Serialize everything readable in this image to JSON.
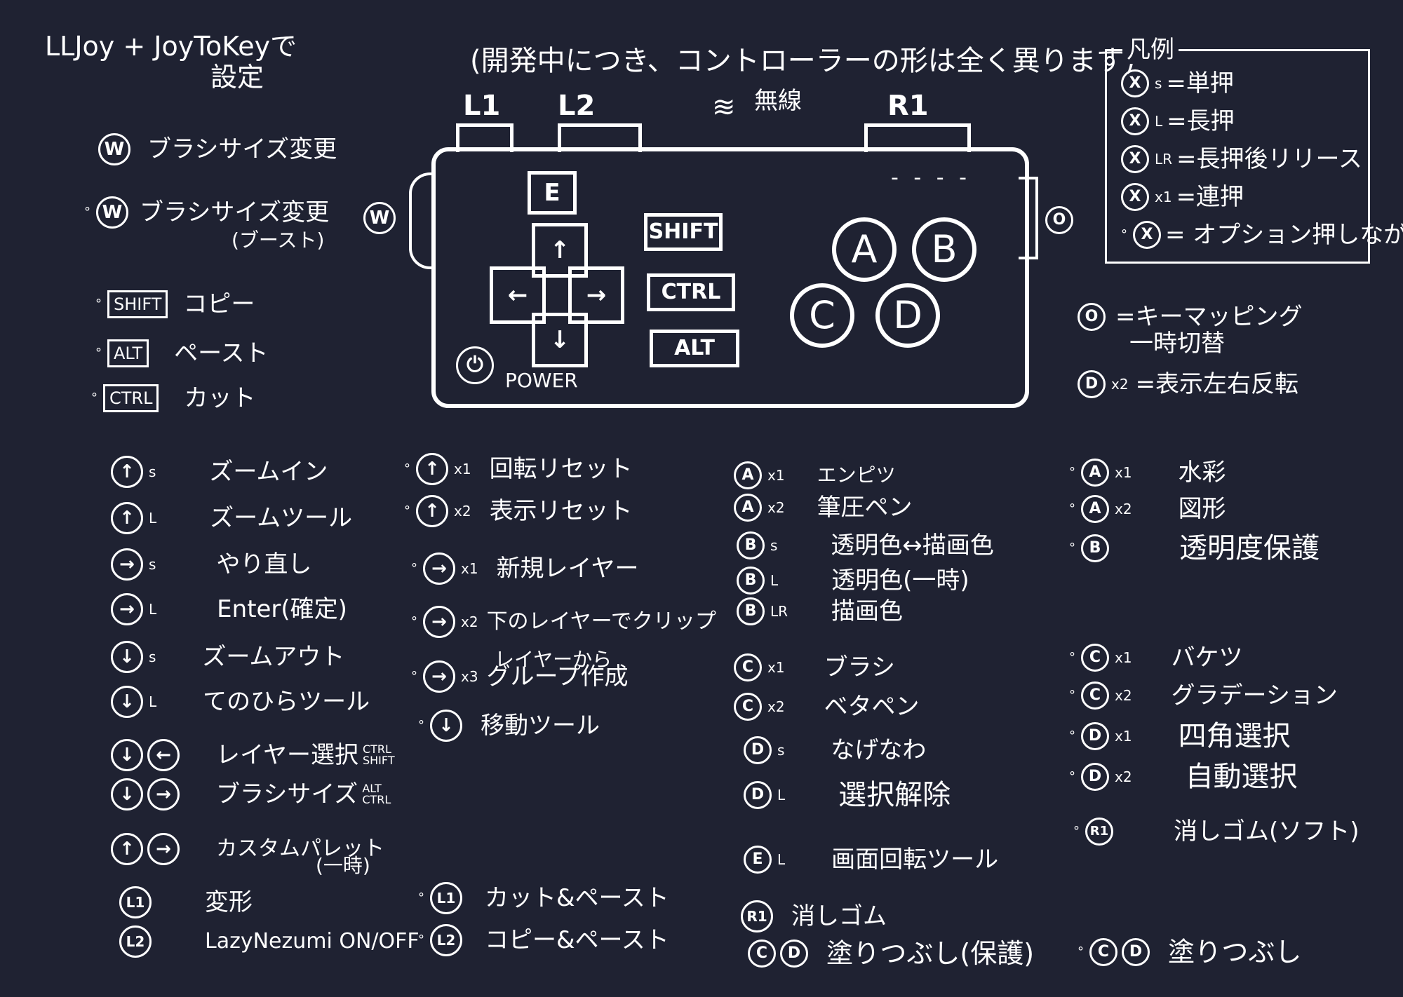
{
  "header": {
    "title_line1": "LLJoy + JoyToKeyで",
    "title_line2": "設定",
    "note": "(開発中につき、コントローラーの形は全く異ります)"
  },
  "legend": {
    "title": "凡例",
    "items": [
      {
        "key": "X",
        "sub": "s",
        "text": "=単押"
      },
      {
        "key": "X",
        "sub": "L",
        "text": "=長押"
      },
      {
        "key": "X",
        "sub": "LR",
        "text": "=長押後リリース"
      },
      {
        "key": "X",
        "sub": "x1",
        "text": "=連押"
      },
      {
        "key": "X",
        "sub": "°",
        "text": "= オプション押しながら"
      }
    ]
  },
  "controller": {
    "shoulders": [
      "L1",
      "L2",
      "R1"
    ],
    "wireless": "無線",
    "dpad": {
      "top": "E",
      "up": "↑",
      "left": "←",
      "right": "→",
      "down": "↓"
    },
    "modifiers": [
      "SHIFT",
      "CTRL",
      "ALT"
    ],
    "face": [
      "A",
      "B",
      "C",
      "D"
    ],
    "power": "POWER",
    "wheel": "W",
    "option": "O"
  },
  "left_top": [
    {
      "key": "W",
      "text": "ブラシサイズ変更",
      "opt": false
    },
    {
      "key": "W",
      "text": "ブラシサイズ変更",
      "text2": "(ブースト)",
      "opt": true
    },
    {
      "box": "SHIFT",
      "text": "コピー",
      "opt": true
    },
    {
      "box": "ALT",
      "text": "ペースト",
      "opt": true
    },
    {
      "box": "CTRL",
      "text": "カット",
      "opt": true
    }
  ],
  "right_notes": [
    {
      "key": "O",
      "text": "=キーマッピング",
      "text2": "一時切替"
    },
    {
      "key": "D",
      "sub": "x2",
      "text": "=表示左右反転"
    }
  ],
  "col1": [
    {
      "k": "↑",
      "sub": "s",
      "text": "ズームイン"
    },
    {
      "k": "↑",
      "sub": "L",
      "text": "ズームツール"
    },
    {
      "k": "→",
      "sub": "s",
      "text": "やり直し"
    },
    {
      "k": "→",
      "sub": "L",
      "text": "Enter(確定)"
    },
    {
      "k": "↓",
      "sub": "s",
      "text": "ズームアウト"
    },
    {
      "k": "↓",
      "sub": "L",
      "text": "てのひらツール"
    },
    {
      "k": "↓",
      "k2": "←",
      "text": "レイヤー選択",
      "small": "CTRL SHIFT"
    },
    {
      "k": "↓",
      "k2": "→",
      "text": "ブラシサイズ",
      "small": "ALT CTRL"
    },
    {
      "k": "↑",
      "k2": "→",
      "text": "カスタムパレット",
      "text2": "(一時)"
    },
    {
      "k": "L1",
      "text": "変形"
    },
    {
      "k": "L2",
      "text": "LazyNezumi ON/OFF"
    }
  ],
  "col2": [
    {
      "k": "↑",
      "sub": "x1",
      "text": "回転リセット"
    },
    {
      "k": "↑",
      "sub": "x2",
      "text": "表示リセット"
    },
    {
      "k": "→",
      "sub": "x1",
      "text": "新規レイヤー"
    },
    {
      "k": "→",
      "sub": "x2",
      "text": "下のレイヤーでクリップ"
    },
    {
      "k": "→",
      "sub": "x3",
      "text": "レイヤーから",
      "text2": "グループ作成"
    },
    {
      "k": "↓",
      "text": "移動ツール"
    },
    {
      "k": "L1",
      "text": "カット&ペースト"
    },
    {
      "k": "L2",
      "text": "コピー&ペースト"
    }
  ],
  "col3": [
    {
      "k": "A",
      "sub": "x1",
      "text": "エンピツ"
    },
    {
      "k": "A",
      "sub": "x2",
      "text": "筆圧ペン"
    },
    {
      "k": "B",
      "sub": "s",
      "text": "透明色↔描画色"
    },
    {
      "k": "B",
      "sub": "L",
      "text": "透明色(一時)"
    },
    {
      "k": "B",
      "sub": "LR",
      "text": "描画色"
    },
    {
      "k": "C",
      "sub": "x1",
      "text": "ブラシ"
    },
    {
      "k": "C",
      "sub": "x2",
      "text": "ベタペン"
    },
    {
      "k": "D",
      "sub": "s",
      "text": "なげなわ"
    },
    {
      "k": "D",
      "sub": "L",
      "text": "選択解除"
    },
    {
      "k": "E",
      "sub": "L",
      "text": "画面回転ツール"
    },
    {
      "k": "R1",
      "text": "消しゴム"
    },
    {
      "k": "C",
      "k2": "D",
      "text": "塗りつぶし(保護)"
    }
  ],
  "col4": [
    {
      "k": "A",
      "sub": "x1",
      "text": "水彩"
    },
    {
      "k": "A",
      "sub": "x2",
      "text": "図形"
    },
    {
      "k": "B",
      "text": "透明度保護"
    },
    {
      "k": "C",
      "sub": "x1",
      "text": "バケツ"
    },
    {
      "k": "C",
      "sub": "x2",
      "text": "グラデーション"
    },
    {
      "k": "D",
      "sub": "x1",
      "text": "四角選択"
    },
    {
      "k": "D",
      "sub": "x2",
      "text": "自動選択"
    },
    {
      "k": "R1",
      "text": "消しゴム(ソフト)"
    },
    {
      "k": "C",
      "k2": "D",
      "text": "塗りつぶし"
    }
  ],
  "colors": {
    "background": "#1f2232",
    "ink": "#ffffff"
  }
}
